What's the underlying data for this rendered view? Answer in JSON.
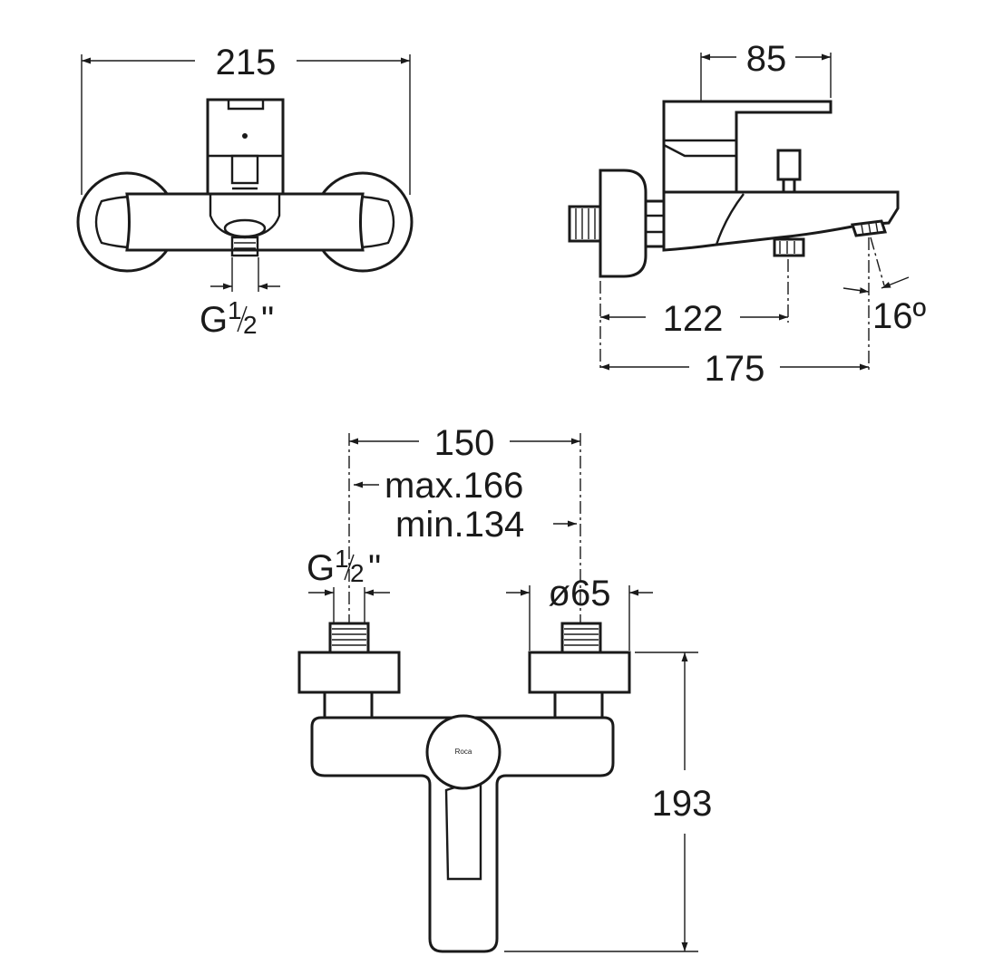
{
  "views": {
    "front": {
      "width_label": "215",
      "thread_label": "G",
      "thread_sup": "1",
      "thread_sub": "2",
      "thread_suffix": "\""
    },
    "side": {
      "depth_label": "85",
      "outlet_label": "122",
      "spout_label": "175",
      "angle_label": "16º"
    },
    "top": {
      "centers_label": "150",
      "max_label": "max.166",
      "min_label": "min.134",
      "thread_label": "G",
      "thread_sup": "1",
      "thread_sub": "2",
      "thread_suffix": "\"",
      "diameter_label": "ø65",
      "height_label": "193",
      "logo_text": "Roca"
    }
  }
}
